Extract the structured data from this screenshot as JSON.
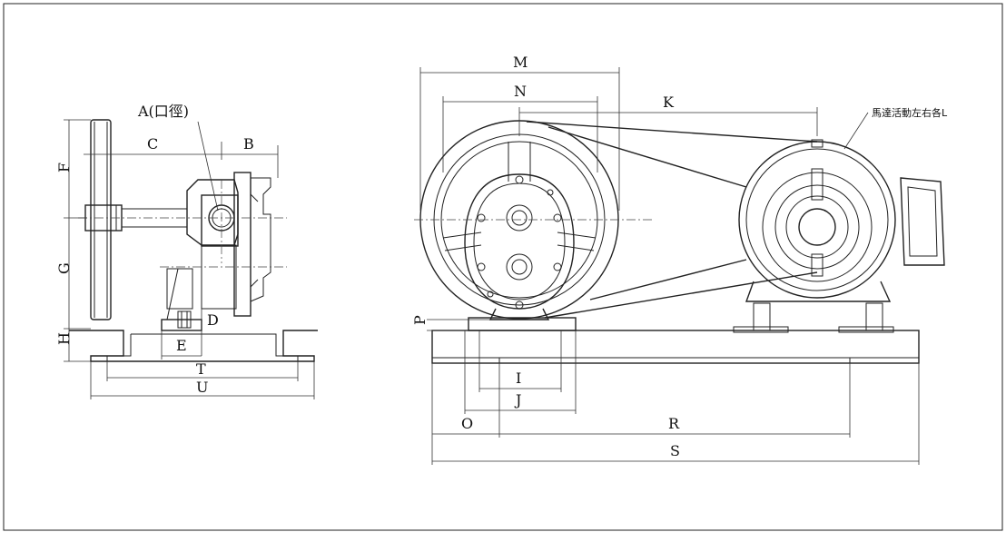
{
  "labels": {
    "A": "A(口徑)",
    "B": "B",
    "C": "C",
    "D": "D",
    "E": "E",
    "F": "F",
    "G": "G",
    "H": "H",
    "T": "T",
    "U": "U",
    "M": "M",
    "N": "N",
    "K": "K",
    "P": "P",
    "I": "I",
    "J": "J",
    "O": "O",
    "R": "R",
    "S": "S",
    "motor_note": "馬達活動左右各L"
  }
}
